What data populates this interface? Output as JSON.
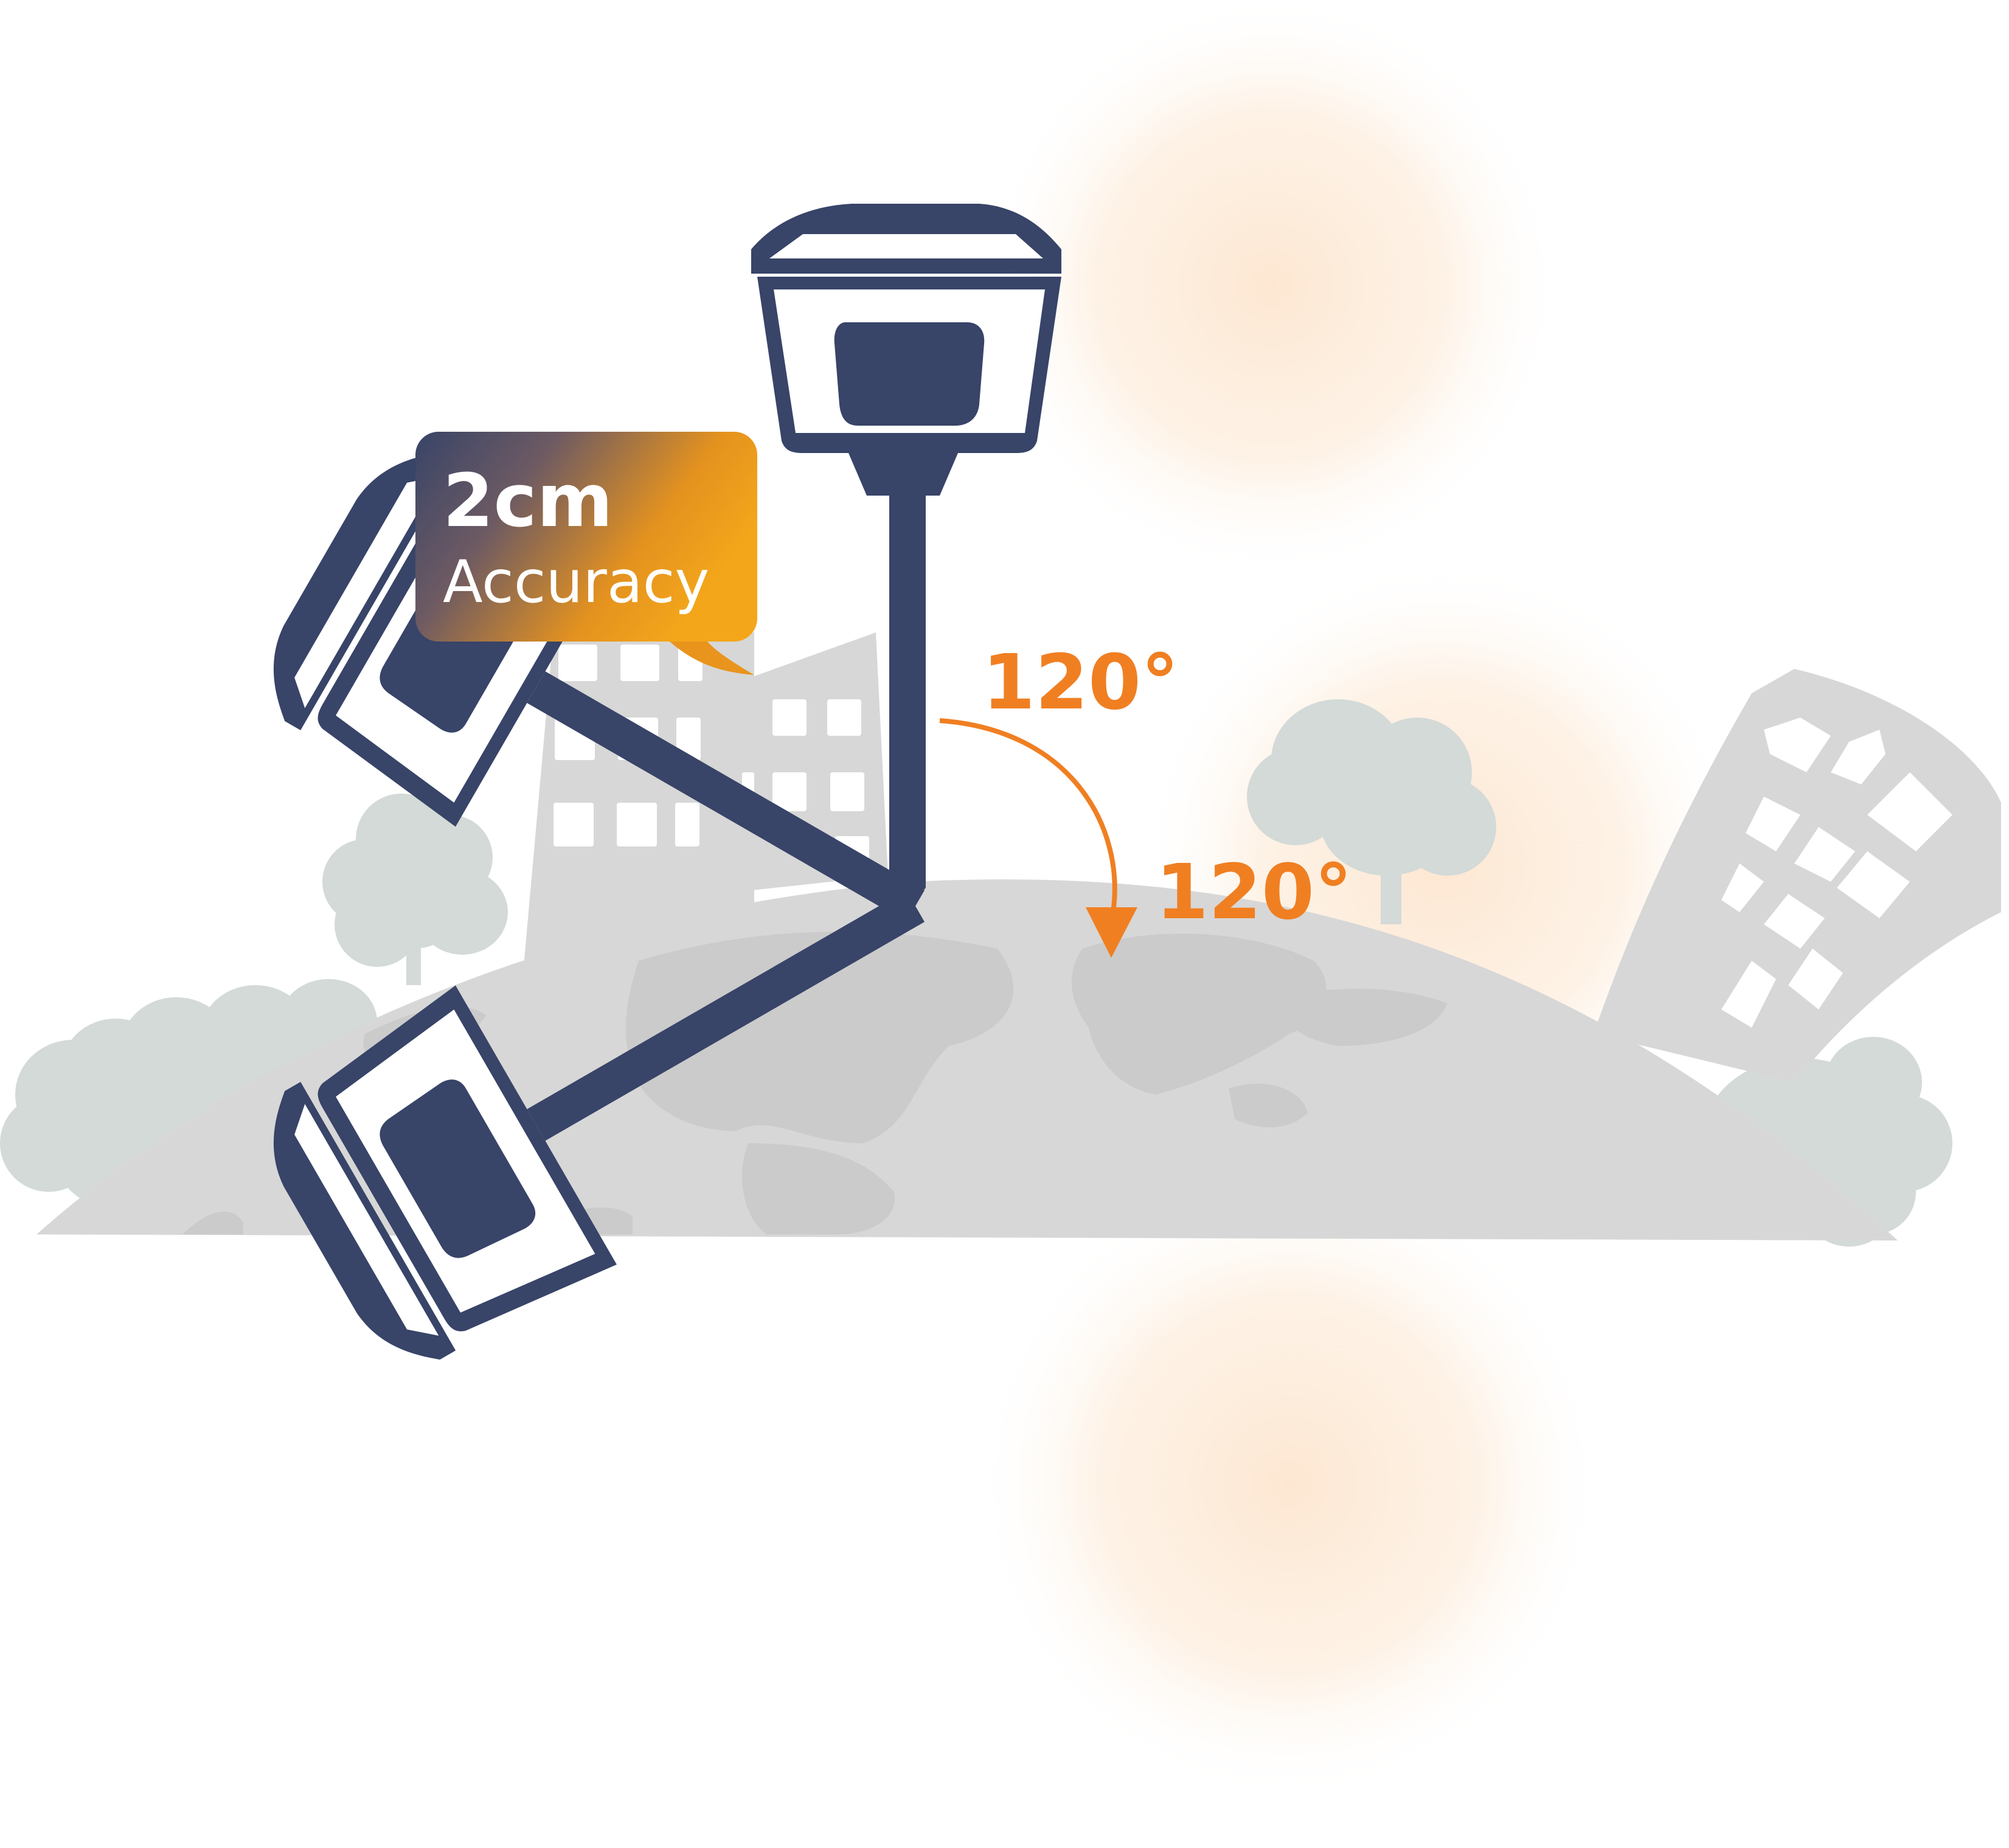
{
  "accuracy_badge": {
    "value": "2cm",
    "label": "Accuracy"
  },
  "angles": {
    "first": "120°",
    "second": "120°"
  },
  "colors": {
    "device": "#384468",
    "accent": "#f07f22",
    "badge_start": "#384468",
    "badge_end": "#f4a01a",
    "scenery": "#d7d7d7",
    "trees": "#d3dad8",
    "glow": "#fdeede"
  },
  "icons": {
    "device": "gnss-receiver-icon",
    "arrow": "rotation-arrow-icon"
  }
}
